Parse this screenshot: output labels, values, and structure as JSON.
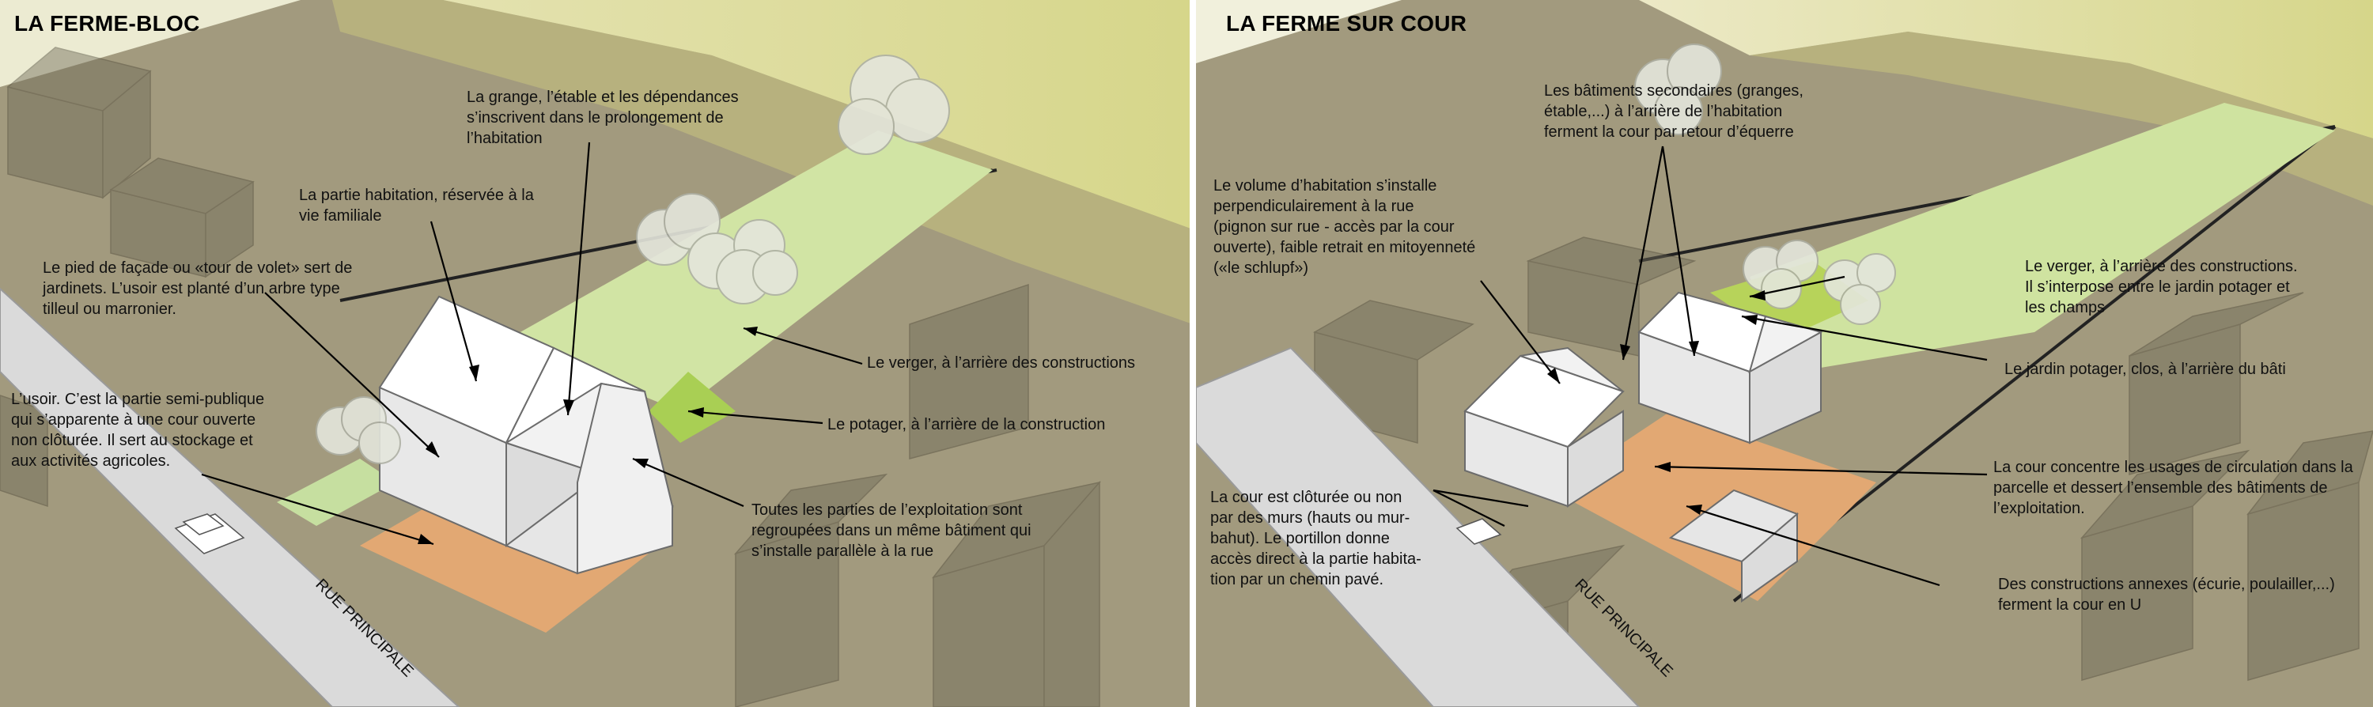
{
  "left": {
    "title": "LA FERME-BLOC",
    "street": "RUE PRINCIPALE",
    "labels": {
      "grange": "La grange, l’étable et les dépendances\ns’inscrivent dans le prolongement de\nl’habitation",
      "habitation": "La partie habitation, réservée à la\nvie familiale",
      "facade": "Le pied de façade ou «tour de volet» sert de\njardinets. L’usoir est planté d’un arbre type\ntilleul ou marronier.",
      "usoir": "L’usoir. C’est la partie semi-publique\nqui s’apparente à une cour ouverte\nnon clôturée. Il sert au stockage et\naux activités agricoles.",
      "verger": "Le verger, à l’arrière des constructions",
      "potager": "Le potager, à l’arrière de la construction",
      "toutes": "Toutes les parties de l’exploitation sont\nregroupées dans un même bâtiment qui\ns’installe parallèle à la rue"
    }
  },
  "right": {
    "title": "LA FERME SUR COUR",
    "street": "RUE PRINCIPALE",
    "labels": {
      "batiments": "Les bâtiments secondaires (granges,\nétable,...) à l’arrière de l’habitation\nferment la cour par retour d’équerre",
      "volume": "Le volume d’habitation s’installe\nperpendiculairement à la rue\n(pignon sur rue - accès par la cour\nouverte), faible retrait en mitoyenneté\n(«le schlupf»)",
      "verger": "Le verger, à l’arrière des constructions.\nIl s’interpose entre le jardin potager et\nles champs",
      "jardin": "Le jardin potager, clos, à l’arrière du bâti",
      "cour": "La cour concentre les usages de circulation dans la\nparcelle et dessert l’ensemble des bâtiments de\nl’exploitation.",
      "cloture": "La cour est clôturée ou non\npar des murs (hauts ou mur-\nbahut). Le portillon donne\naccès direct à la partie habita-\ntion  par un chemin pavé.",
      "annexes": "Des constructions annexes (écurie, poulailler,...)\nferment la cour en U"
    }
  },
  "colors": {
    "ground": "#a29a7e",
    "field_light": "#e9e7c6",
    "field_yellow": "#d9d98a",
    "orchard_green": "#cfe3a0",
    "garden_green": "#b7d35a",
    "usoir": "#e2a873",
    "road": "#dadada",
    "building": "#f4f4f4"
  }
}
